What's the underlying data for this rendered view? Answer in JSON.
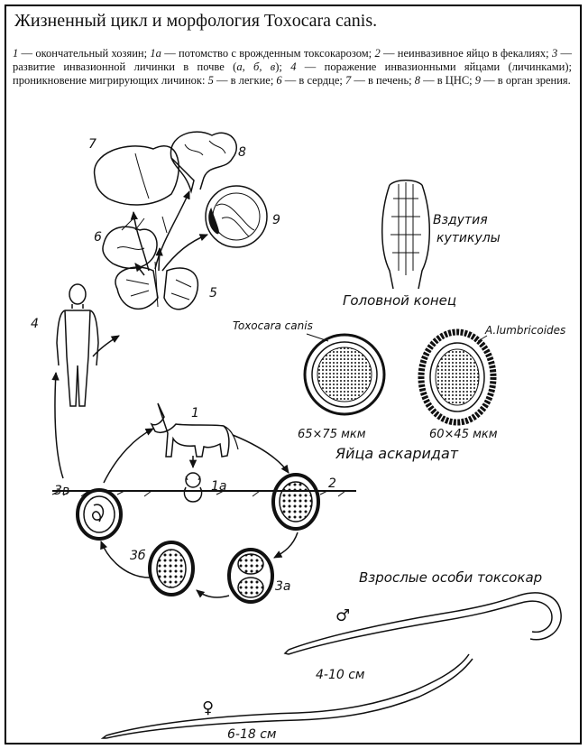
{
  "title": "Жизненный цикл и морфология Toxocara canis.",
  "legend": [
    {
      "n": "1",
      "t": " — окончательный хозяин; "
    },
    {
      "n": "1а",
      "t": " — потомство с врожденным токсокарозом; "
    },
    {
      "n": "2",
      "t": " — неинвазивное яйцо в фекалиях; "
    },
    {
      "n": "3",
      "t": " — развитие инвазионной личинки в почве ("
    },
    {
      "n": "а, б, в",
      "t": "); "
    },
    {
      "n": "4",
      "t": " — поражение инвазионными яйцами (личинками); проникновение мигрирующих личинок: "
    },
    {
      "n": "5",
      "t": " — в легкие; "
    },
    {
      "n": "6",
      "t": " — в сердце; "
    },
    {
      "n": "7",
      "t": " — в печень; "
    },
    {
      "n": "8",
      "t": " — в ЦНС; "
    },
    {
      "n": "9",
      "t": " — в орган зрения."
    }
  ],
  "labels": {
    "n1": "1",
    "n1a": "1a",
    "n2": "2",
    "n3a": "3a",
    "n3b": "3б",
    "n3v": "3в",
    "n4": "4",
    "n5": "5",
    "n6": "6",
    "n7": "7",
    "n8": "8",
    "n9": "9",
    "cuticle": [
      "Вздутия",
      "кутикулы"
    ],
    "head_end": "Головной конец",
    "toxocara": "Toxocara canis",
    "ascaris": "A.lumbricoides",
    "size_toxo": "65×75 мкм",
    "size_asc": "60×45 мкм",
    "eggs": "Яйца аскаридат",
    "adults": "Взрослые особи токсокар",
    "male_size": "4-10 см",
    "female_size": "6-18 см",
    "male_symbol": "♂",
    "female_symbol": "♀"
  }
}
